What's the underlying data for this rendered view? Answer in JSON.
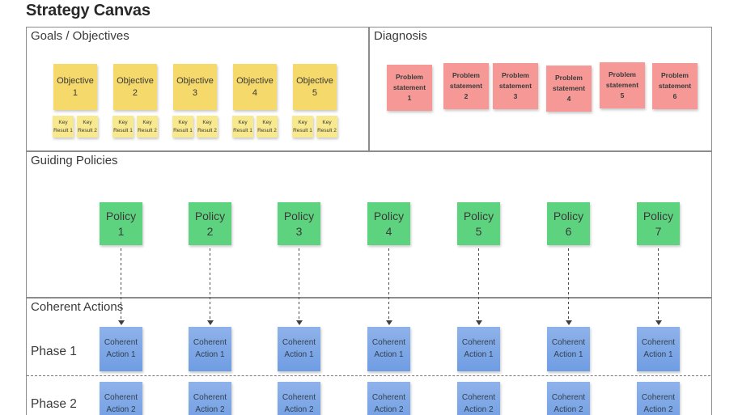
{
  "title": "Strategy Canvas",
  "colors": {
    "objective": "#f6d96b",
    "key_result": "#f9e98e",
    "problem": "#f69996",
    "policy": "#5ed37f",
    "action_top": "#8fb2ea",
    "action_bottom": "#6f9de3",
    "border": "#8c8c8c",
    "text": "#3a3a3a"
  },
  "goals": {
    "label": "Goals / Objectives",
    "objectives": [
      {
        "label": "Objective\n1",
        "key_results": [
          "Key\nResult 1",
          "Key\nResult 2"
        ]
      },
      {
        "label": "Objective\n2",
        "key_results": [
          "Key\nResult 1",
          "Key\nResult 2"
        ]
      },
      {
        "label": "Objective\n3",
        "key_results": [
          "Key\nResult 1",
          "Key\nResult 2"
        ]
      },
      {
        "label": "Objective\n4",
        "key_results": [
          "Key\nResult 1",
          "Key\nResult 2"
        ]
      },
      {
        "label": "Objective\n5",
        "key_results": [
          "Key\nResult 1",
          "Key\nResult 2"
        ]
      }
    ]
  },
  "diagnosis": {
    "label": "Diagnosis",
    "problems": [
      "Problem\nstatement\n1",
      "Problem\nstatement\n2",
      "Problem\nstatement\n3",
      "Problem\nstatement\n4",
      "Problem\nstatement\n5",
      "Problem\nstatement\n6"
    ]
  },
  "guiding_policies": {
    "label": "Guiding Policies",
    "policies": [
      "Policy\n1",
      "Policy\n2",
      "Policy\n3",
      "Policy\n4",
      "Policy\n5",
      "Policy\n6",
      "Policy\n7"
    ]
  },
  "coherent_actions": {
    "label": "Coherent Actions",
    "phases": [
      {
        "label": "Phase 1",
        "actions": [
          "Coherent\nAction 1",
          "Coherent\nAction 1",
          "Coherent\nAction 1",
          "Coherent\nAction 1",
          "Coherent\nAction 1",
          "Coherent\nAction 1",
          "Coherent\nAction 1"
        ]
      },
      {
        "label": "Phase 2",
        "actions": [
          "Coherent\nAction 2",
          "Coherent\nAction 2",
          "Coherent\nAction 2",
          "Coherent\nAction 2",
          "Coherent\nAction 2",
          "Coherent\nAction 2",
          "Coherent\nAction 2"
        ]
      }
    ]
  }
}
